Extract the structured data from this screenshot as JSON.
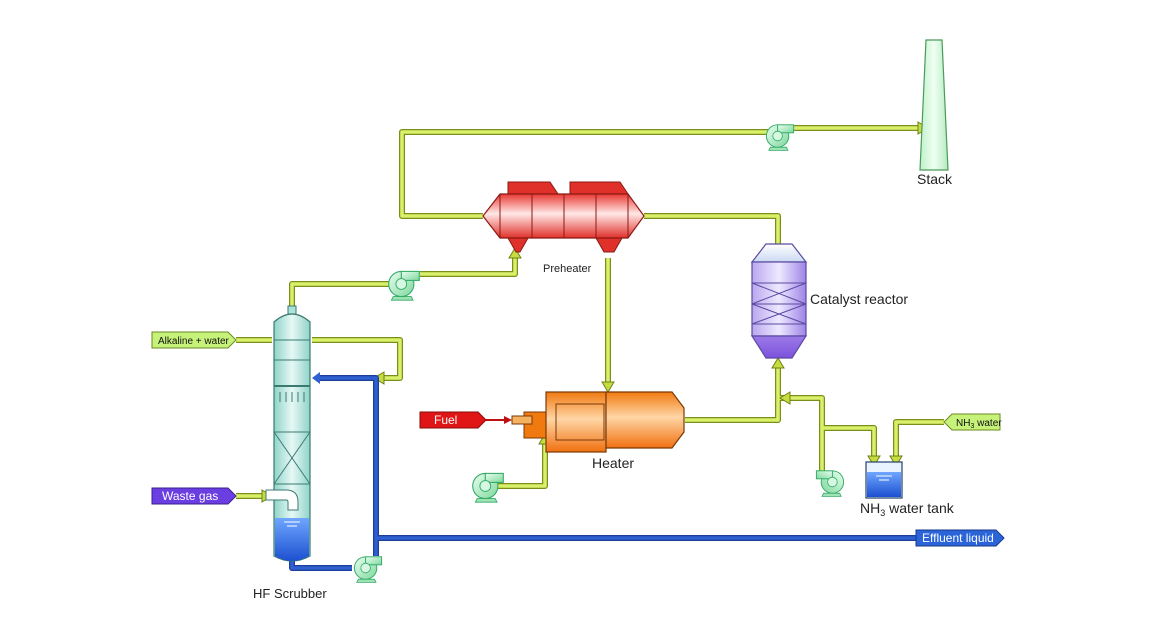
{
  "labels": {
    "stack": "Stack",
    "preheater": "Preheater",
    "catalyst_reactor": "Catalyst reactor",
    "heater": "Heater",
    "nh3_tank_prefix": "NH",
    "nh3_tank_sub": "3",
    "nh3_tank_suffix": " water tank",
    "hf_scrubber": "HF Scrubber"
  },
  "tags": {
    "alkaline_water": "Alkaline + water",
    "waste_gas": "Waste gas",
    "fuel": "Fuel",
    "nh3_water_prefix": "NH",
    "nh3_water_sub": "3",
    "nh3_water_suffix": " water",
    "effluent_liquid": "Effluent liquid"
  },
  "colors": {
    "gas_line": "#d9f06a",
    "liquid_line": "#2f5fd0",
    "preheater": "#e8403a",
    "heater": "#f58a1f",
    "reactor": "#8c63e0",
    "scrubber": "#a9e3d9",
    "pump": "#9de3b4",
    "tag_green": "#c6f27a",
    "tag_purple": "#6a3ee0",
    "tag_red": "#e01515",
    "tag_blue": "#2a64d8"
  }
}
